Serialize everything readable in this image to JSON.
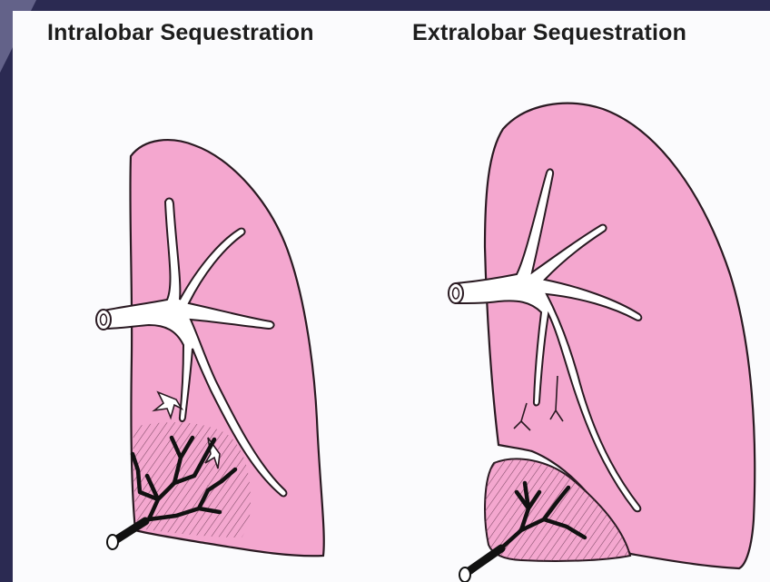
{
  "titles": {
    "left": "Intralobar Sequestration",
    "right": "Extralobar Sequestration"
  },
  "colors": {
    "lung_fill": "#f4a7cf",
    "lung_outline": "#2a1a22",
    "airway_fill": "#ffffff",
    "feeding_vessel": "#111111",
    "background": "#fbfbfd",
    "frame": "#2b2a52"
  },
  "icons": {
    "left_lung": "lung-illustration",
    "right_lung": "lung-illustration"
  }
}
